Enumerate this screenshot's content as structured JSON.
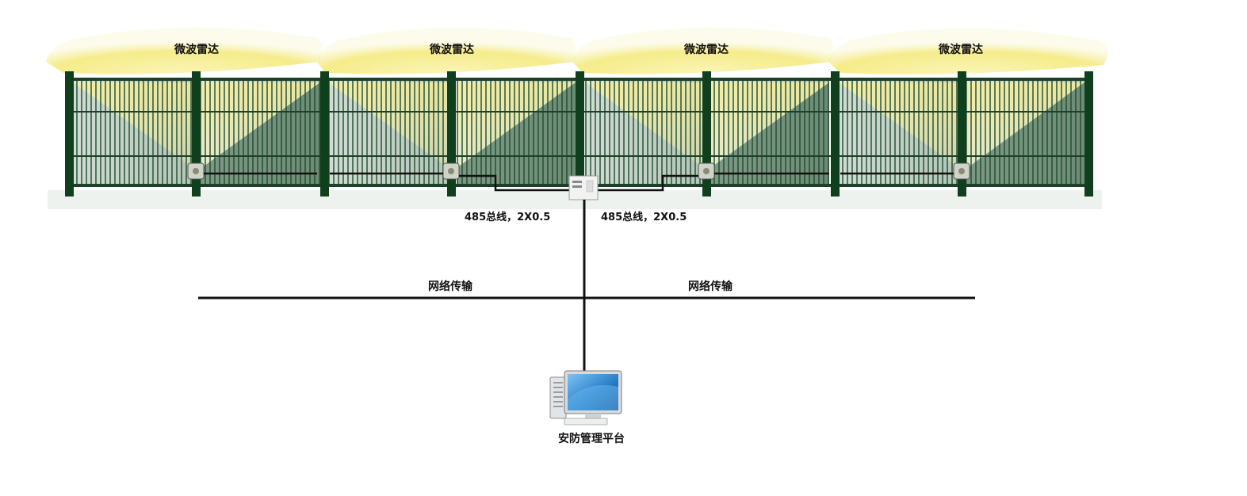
{
  "radar_zones": [
    {
      "label": "微波雷达"
    },
    {
      "label": "微波雷达"
    },
    {
      "label": "微波雷达"
    },
    {
      "label": "微波雷达"
    }
  ],
  "bus_labels": {
    "left": "485总线，2X0.5",
    "right": "485总线，2X0.5"
  },
  "network_labels": {
    "left": "网络传输",
    "right": "网络传输"
  },
  "platform": {
    "label": "安防管理平台",
    "icon": "computer-workstation-icon"
  },
  "colors": {
    "fence_post": "#0f3f1c",
    "fence_panel_dark": "#3f6a4e",
    "radar_beam": "#f6ee9a",
    "wire": "#111111"
  }
}
